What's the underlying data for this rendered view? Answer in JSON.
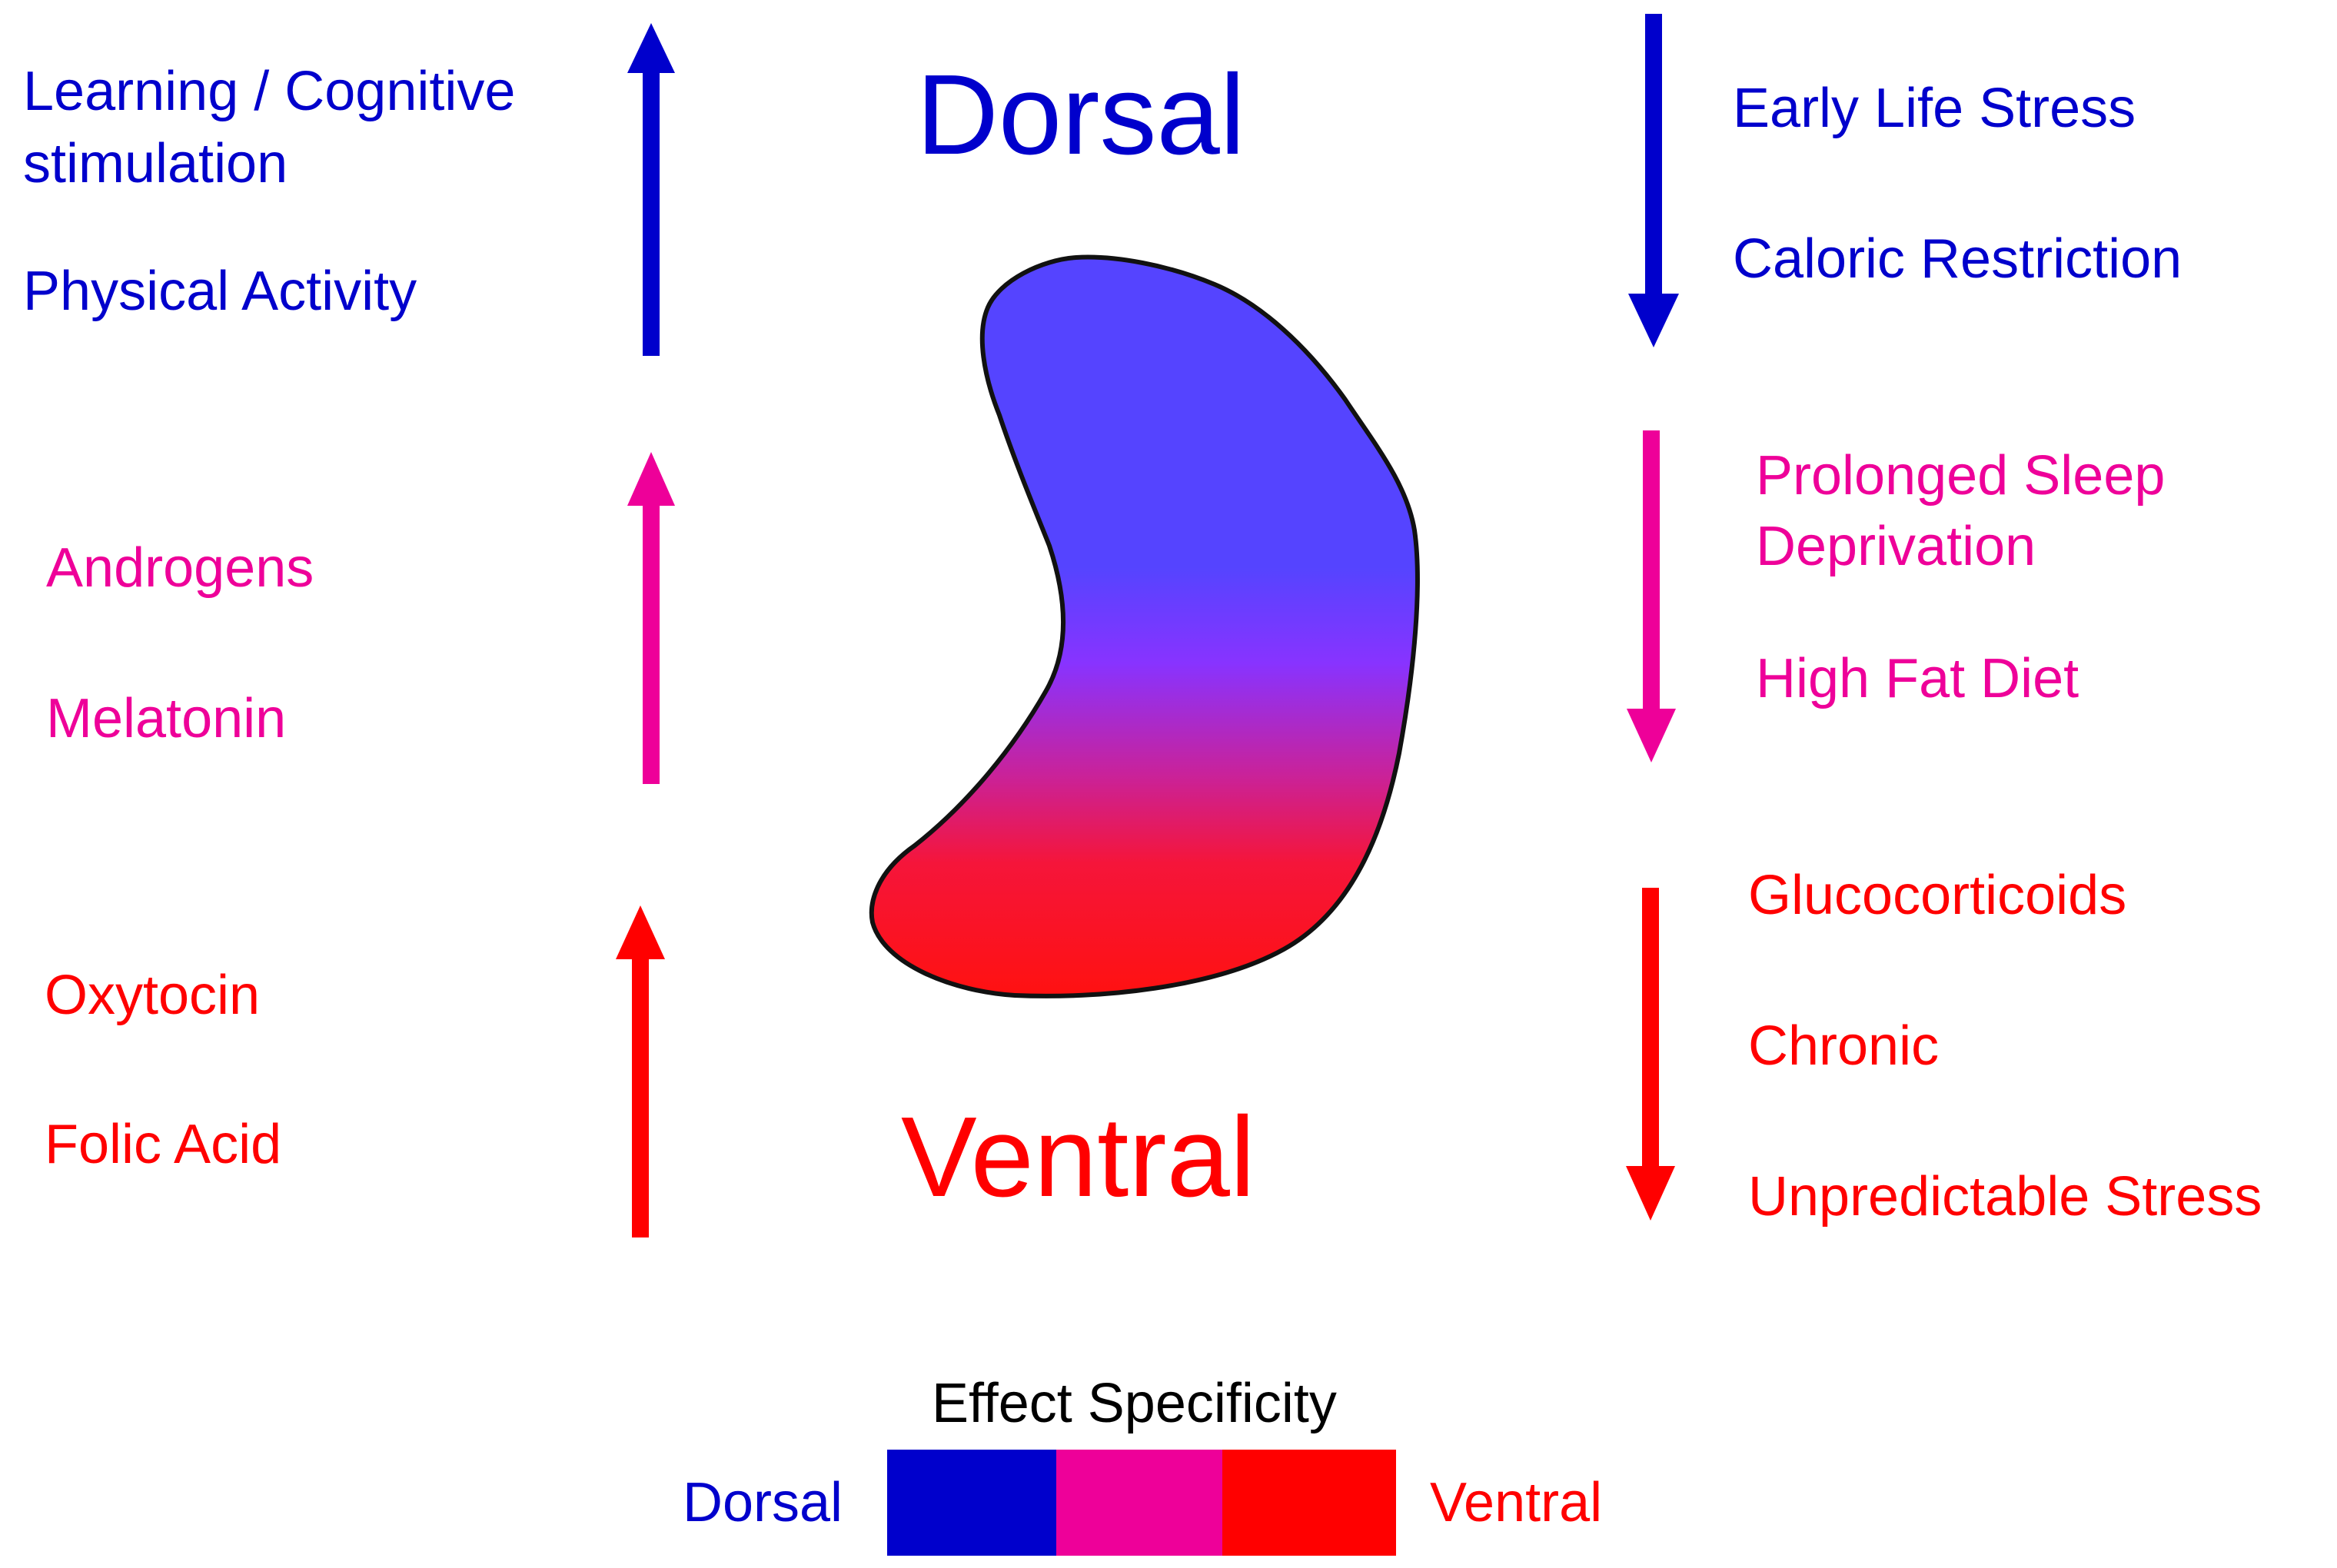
{
  "diagram": {
    "titles": {
      "dorsal": "Dorsal",
      "ventral": "Ventral"
    },
    "left": {
      "dorsal_group": [
        "Learning / Cognitive",
        "stimulation",
        "Physical Activity"
      ],
      "mixed_group": [
        "Androgens",
        "Melatonin"
      ],
      "ventral_group": [
        "Oxytocin",
        "Folic Acid"
      ]
    },
    "right": {
      "dorsal_group": [
        "Early Life Stress",
        "Caloric Restriction"
      ],
      "mixed_group": [
        "Prolonged Sleep",
        "Deprivation",
        "High Fat Diet"
      ],
      "ventral_group": [
        "Glucocorticoids",
        "Chronic",
        "Unpredictable Stress"
      ]
    },
    "arrows": {
      "left": "up",
      "right": "down"
    },
    "legend": {
      "title": "Effect Specificity",
      "left_label": "Dorsal",
      "right_label": "Ventral"
    },
    "colors": {
      "dorsal": "#0000CC",
      "mixed": "#EE0099",
      "ventral": "#FF0000",
      "hippocampus_top": "#5544FF",
      "hippocampus_mid": "#8833FF",
      "hippocampus_bottom": "#FF1111"
    }
  }
}
